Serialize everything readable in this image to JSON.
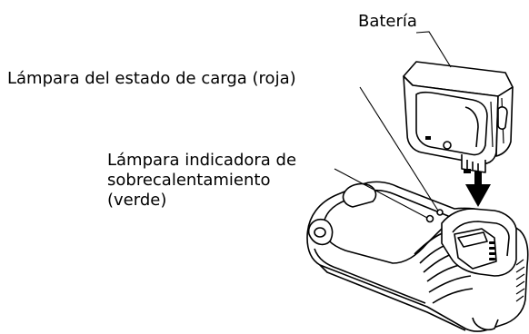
{
  "labels": {
    "battery": "Batería",
    "charge_lamp": "Lámpara del estado de carga (roja)",
    "overheat_lamp": {
      "line1": "Lámpara indicadora de",
      "line2": "sobrecalentamiento",
      "line3": "(verde)"
    }
  },
  "colors": {
    "ink": "#000000",
    "paper": "#ffffff",
    "shade": "#d9d9d9"
  }
}
